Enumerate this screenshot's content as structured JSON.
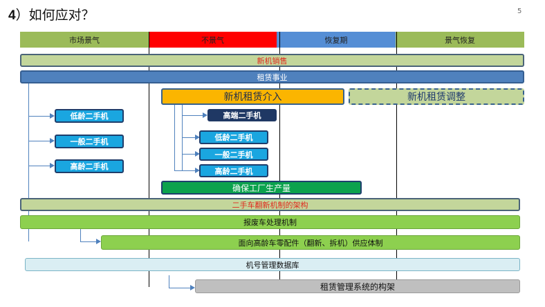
{
  "header": {
    "title_num": "4",
    "title_text": "）如何应对？",
    "page_number": "5"
  },
  "phases": [
    {
      "label": "市场景气",
      "color": "#9bbb59"
    },
    {
      "label": "不景气",
      "color": "#ff0000"
    },
    {
      "label": "恢复期",
      "color": "#558ed5"
    },
    {
      "label": "景气恢复",
      "color": "#9bbb59"
    }
  ],
  "bars": {
    "new_car_sales": "新机销售",
    "leasing_business": "租赁事业",
    "new_leasing_entry": "新机租赁介入",
    "new_leasing_adjust": "新机租赁调整",
    "ensure_production": "确保工厂生产量",
    "used_to_new_framework": "二手车翻新机制的架构",
    "scrap_mechanism": "报废车处理机制",
    "parts_supply": "面向高龄车零配件（翻新、拆机）供应体制",
    "serial_database": "机号管理数据库",
    "leasing_system": "租赁管理系统的构架"
  },
  "left_used": [
    "低龄二手机",
    "一般二手机",
    "高龄二手机"
  ],
  "mid_used": [
    "高端二手机",
    "低龄二手机",
    "一般二手机",
    "高龄二手机"
  ]
}
